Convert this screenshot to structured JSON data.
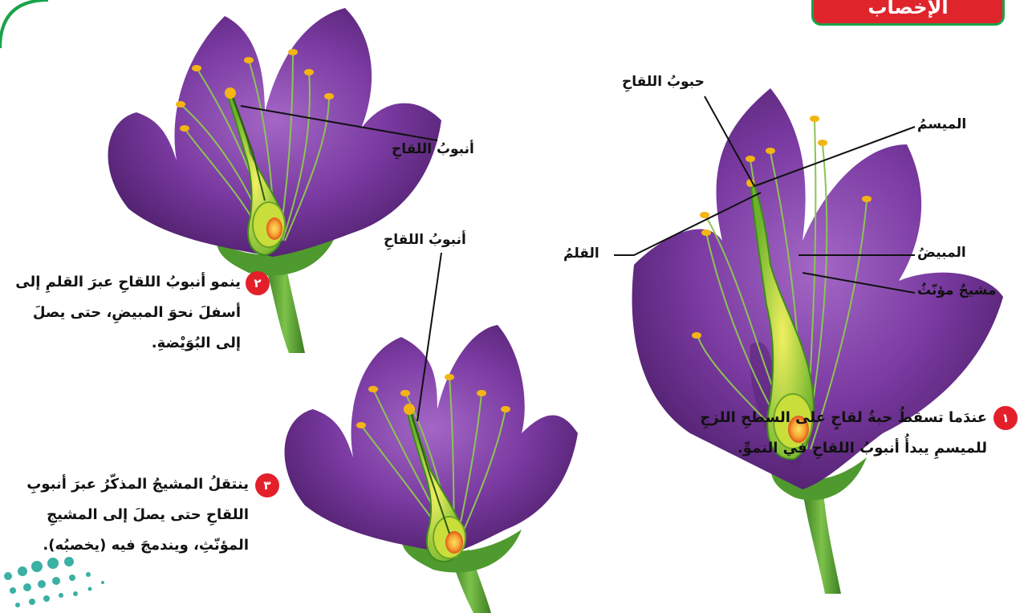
{
  "header": {
    "tab_label": "الإخصاب"
  },
  "labels": {
    "pollen_grains": "حبوبُ اللقاحِ",
    "stigma": "الميسمُ",
    "style": "القلمُ",
    "ovary": "المبيضُ",
    "female_gametophyte": "مشيجٌ مؤنّثٌ",
    "pollen_tube_top": "أنبوبُ اللقاحِ",
    "pollen_tube_middle": "أنبوبُ اللقاحِ"
  },
  "steps": [
    {
      "number": "١",
      "text": "عندَما تسقطُ حبةُ لقاحٍ على السطحِ اللزجِ للميسمِ يبدأُ أنبوبُ اللقاحِ في النموِّ."
    },
    {
      "number": "٢",
      "text": "ينمو أنبوبُ اللقاحِ عبرَ القلمِ إلى أسفلَ نحوَ المبيضِ، حتى يصلَ إلى البُوَيْضةِ."
    },
    {
      "number": "٣",
      "text": "ينتقلُ المشيجُ المذكّرُ عبرَ أنبوبِ اللقاحِ حتى يصلَ إلى المشيجِ المؤنّثِ، ويندمجَ فيه (يخصبُه)."
    }
  ],
  "colors": {
    "petal": "#6a2d8c",
    "petal_light": "#8f4fb5",
    "stem": "#4f9a2e",
    "badge": "#e3202a",
    "tab_border": "#1aa34a"
  }
}
